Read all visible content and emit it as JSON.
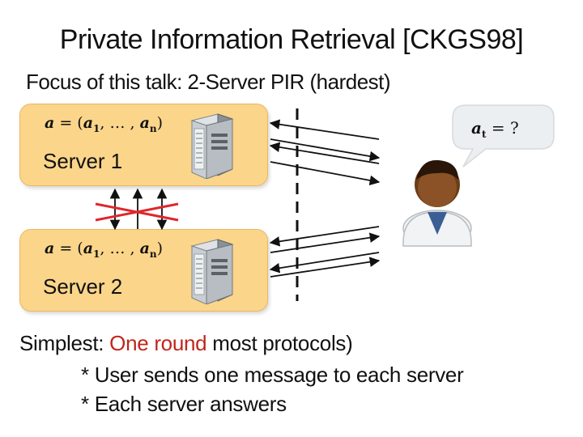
{
  "title": "Private Information Retrieval [CKGS98]",
  "subtitle": "Focus of this talk: 2-Server  PIR  (hardest)",
  "servers": [
    {
      "label": "Server 1",
      "formula": {
        "lhs": "a",
        "eq": " = (",
        "a1": "a",
        "i1": "1",
        "dots": ", … , ",
        "an": "a",
        "in": "n",
        "close": ")"
      }
    },
    {
      "label": "Server 2",
      "formula": {
        "lhs": "a",
        "eq": " = (",
        "a1": "a",
        "i1": "1",
        "dots": ", … , ",
        "an": "a",
        "in": "n",
        "close": ")"
      }
    }
  ],
  "bubble": {
    "var": "a",
    "sub": "t",
    "rest": " = ?"
  },
  "bottom": {
    "prefix": "Simplest: ",
    "highlight": "One round",
    "suffix": " most protocols)",
    "bullets": [
      "* User sends one message to each server",
      "* Each server answers"
    ]
  },
  "colors": {
    "box": "#fbd58a",
    "highlight": "#c0261c",
    "cross": "#e0262a"
  }
}
